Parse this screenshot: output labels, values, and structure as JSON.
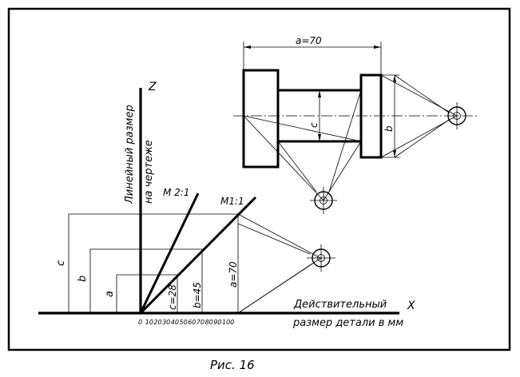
{
  "figure_caption": "Рис. 16",
  "axes": {
    "z_label": "Z",
    "x_label": "X",
    "vertical_caption_line1": "Линейный размер",
    "vertical_caption_line2": "на чертеже",
    "horizontal_caption_line1": "Действительный",
    "horizontal_caption_line2": "размер детали в мм",
    "x_ticks": [
      "0",
      "10",
      "20",
      "30",
      "40",
      "50",
      "60",
      "70",
      "80",
      "90",
      "100"
    ]
  },
  "scales": {
    "m21_label": "М 2:1",
    "m11_label": "М1:1"
  },
  "graph_labels": {
    "c_letter": "c",
    "b_letter": "b",
    "a_letter": "a",
    "c_value": "c=28",
    "b_value": "b=45",
    "a_value": "a=70"
  },
  "part_drawing": {
    "dim_a": "a=70",
    "dim_c": "c",
    "dim_b": "b"
  }
}
